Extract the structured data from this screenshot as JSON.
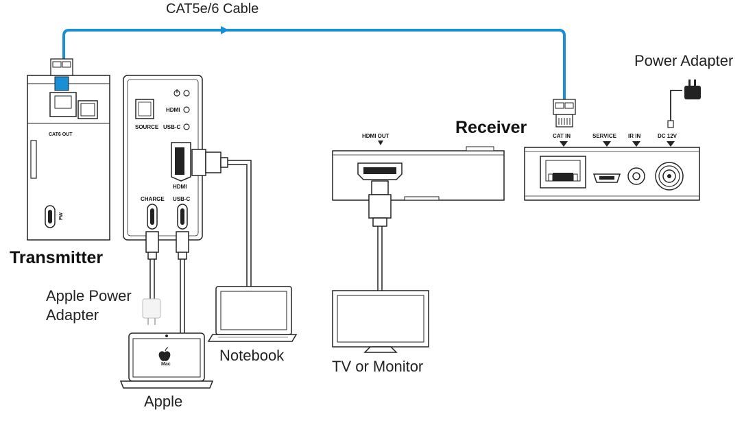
{
  "cable_label": "CAT5e/6 Cable",
  "power_adapter_label": "Power Adapter",
  "receiver": {
    "title": "Receiver",
    "ports": {
      "cat_in": "CAT IN",
      "service": "SERVICE",
      "ir_in": "IR IN",
      "dc": "DC 12V"
    }
  },
  "transmitter": {
    "title": "Transmitter",
    "cat6_out": "CAT6 OUT",
    "fw": "FW",
    "source": "SOURCE",
    "hdmi_led": "HDMI",
    "usbc_led": "USB-C",
    "hdmi_port": "HDMI",
    "charge": "CHARGE",
    "usbc_port": "USB-C"
  },
  "display_unit": {
    "hdmi_out": "HDMI OUT"
  },
  "devices": {
    "apple_power_line1": "Apple Power",
    "apple_power_line2": "Adapter",
    "apple": "Apple",
    "apple_screen_text": "Mac",
    "notebook": "Notebook",
    "tv": "TV or Monitor"
  },
  "colors": {
    "cable": "#1a8fd6",
    "line": "#222222"
  }
}
